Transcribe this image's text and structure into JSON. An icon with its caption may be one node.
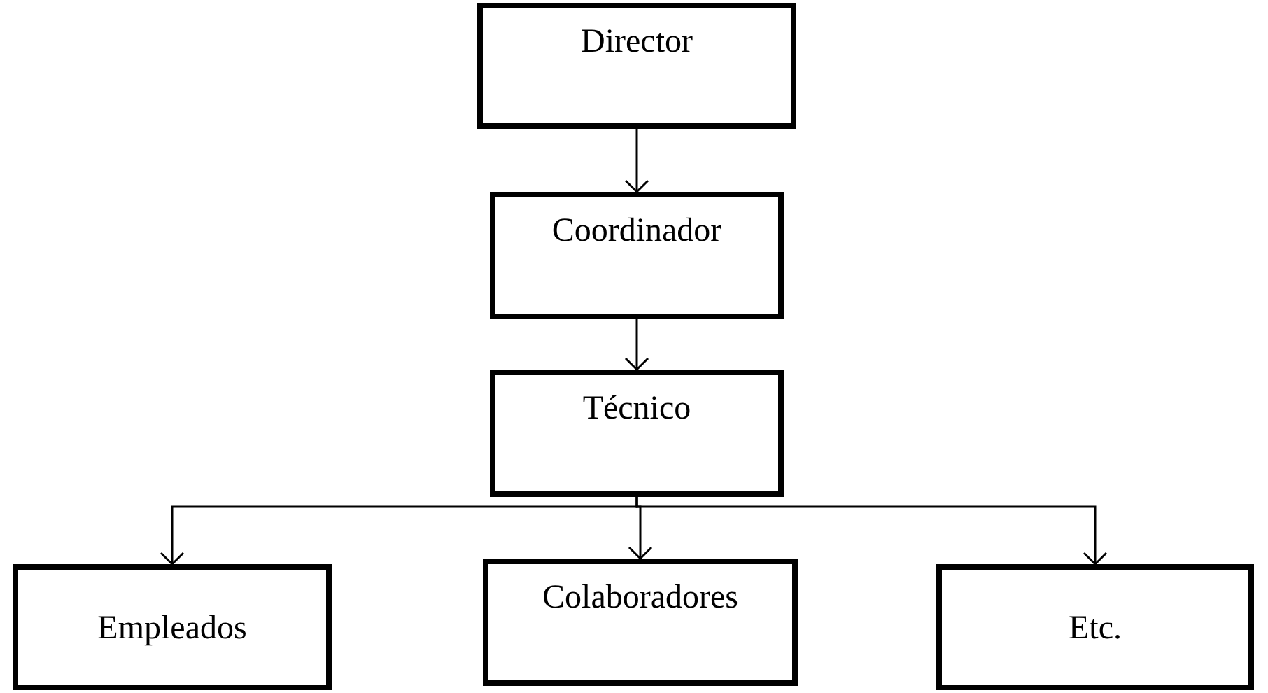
{
  "diagram": {
    "nodes": [
      {
        "text": [
          "Director"
        ]
      },
      {
        "text": [
          "Coordinador"
        ]
      },
      {
        "text": [
          "Técnico"
        ]
      },
      {
        "text": [
          "Empleados"
        ]
      },
      {
        "text": [
          "Colaboradores"
        ]
      },
      {
        "text": [
          "Etc."
        ]
      }
    ],
    "edges": [
      {
        "from": 0,
        "to": 1,
        "arrow": "to"
      },
      {
        "from": 1,
        "to": 2,
        "arrow": "to"
      },
      {
        "from": 2,
        "to": 3,
        "arrow": "to"
      },
      {
        "from": 2,
        "to": 4,
        "arrow": "to"
      },
      {
        "from": 2,
        "to": 5,
        "arrow": "to"
      }
    ]
  }
}
